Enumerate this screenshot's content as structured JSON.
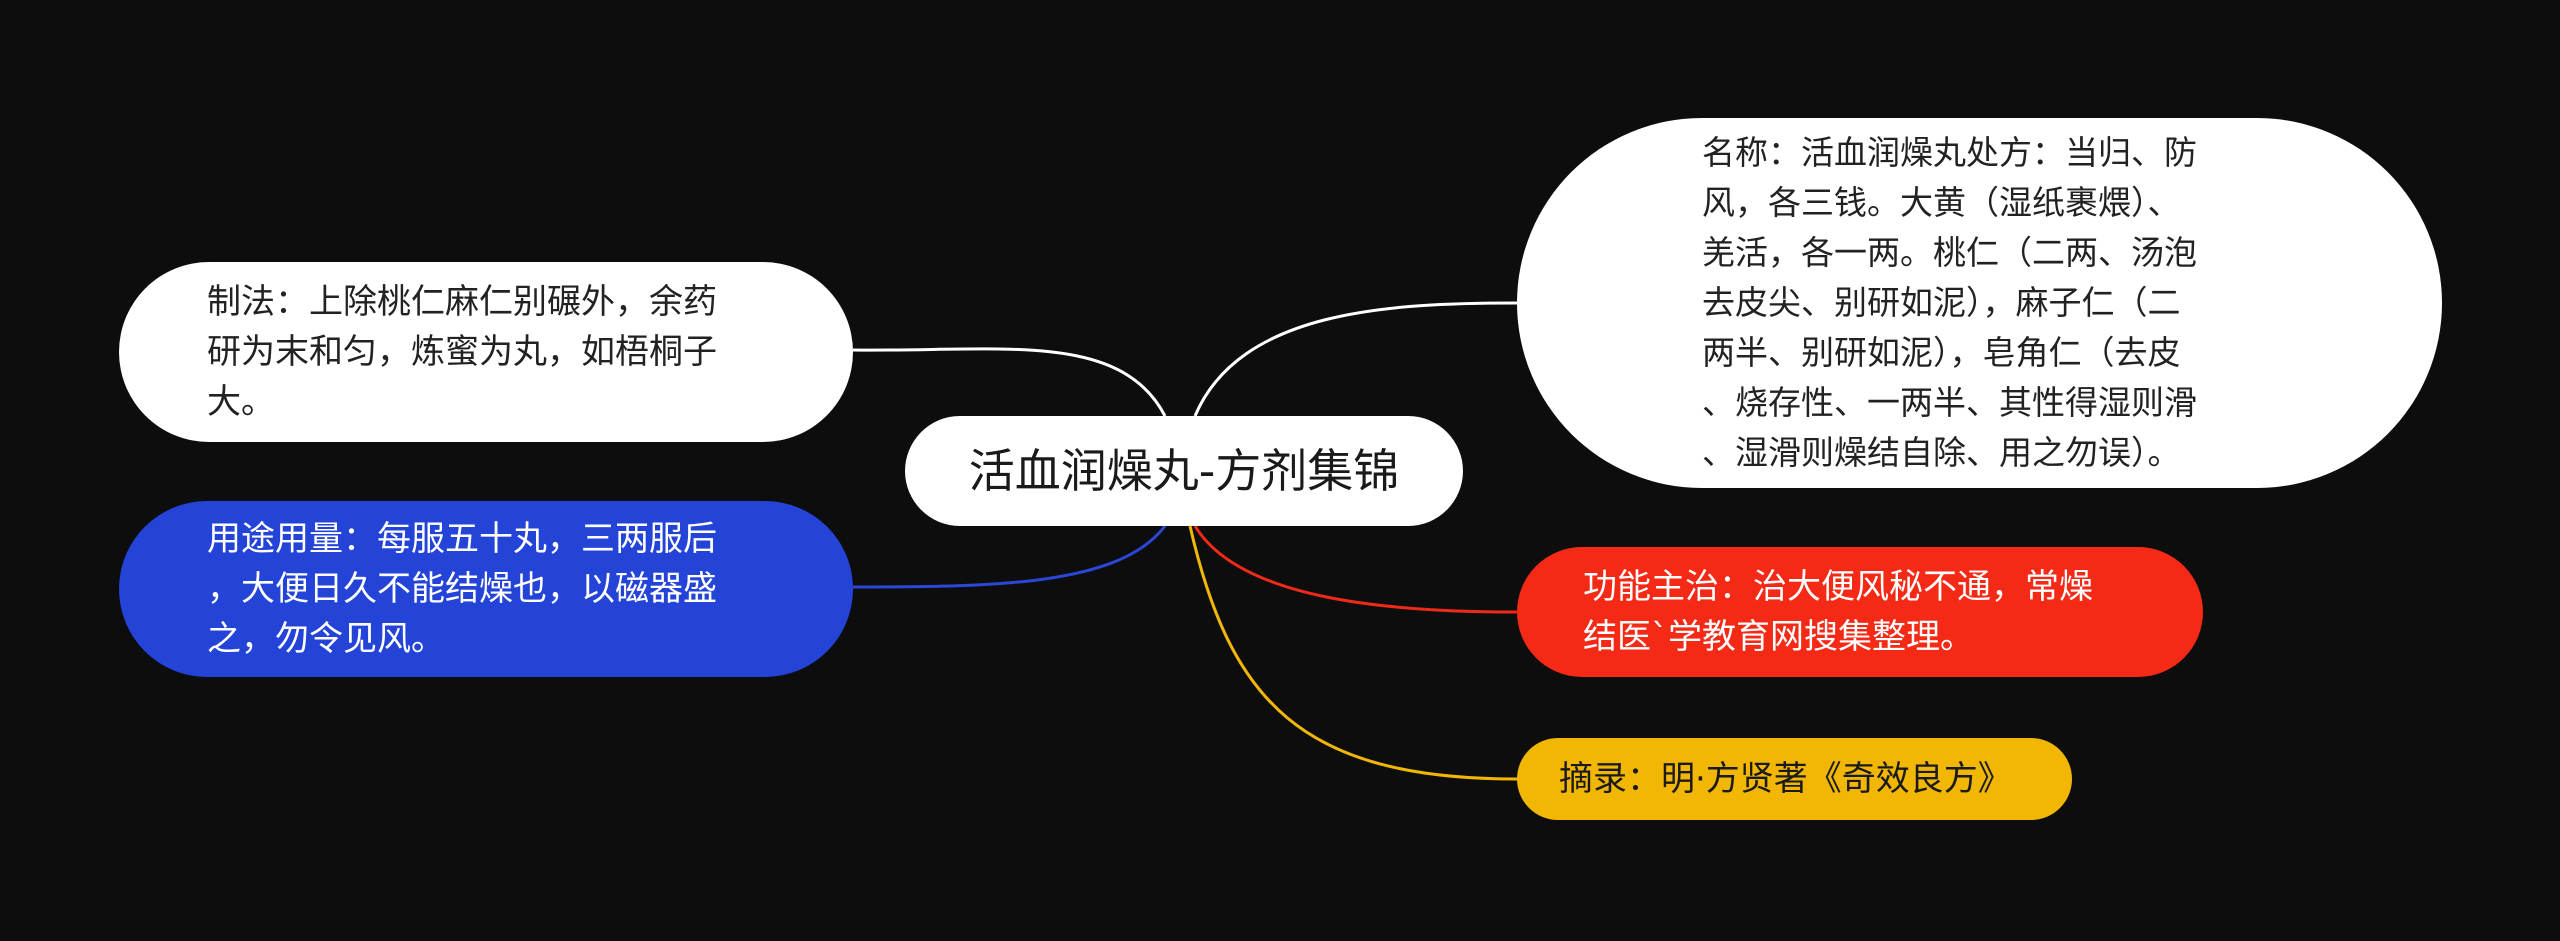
{
  "colors": {
    "background": "#0d0d0e",
    "center_fill": "#ffffff",
    "white_node": "#ffffff",
    "blue_node": "#2444d8",
    "red_node": "#f42a16",
    "yellow_node": "#f2b705",
    "white_line": "#ffffff",
    "blue_line": "#2c46d6",
    "red_line": "#f02a18",
    "yellow_line": "#f2b705"
  },
  "center": {
    "title": "活血润燥丸-方剂集锦"
  },
  "branches": {
    "zhifa": {
      "text": "制法：上除桃仁麻仁别碾外，余药\n研为末和匀，炼蜜为丸，如梧桐子\n大。"
    },
    "yongtu": {
      "text": "用途用量：每服五十丸，三两服后\n，大便日久不能结燥也，以磁器盛\n之，勿令见风。"
    },
    "mingcheng": {
      "text": "名称：活血润燥丸处方：当归、防\n风，各三钱。大黄（湿纸裹煨）、\n羌活，各一两。桃仁（二两、汤泡\n去皮尖、别研如泥），麻子仁（二\n两半、别研如泥），皂角仁（去皮\n、烧存性、一两半、其性得湿则滑\n、湿滑则燥结自除、用之勿误）。"
    },
    "gongneng": {
      "text": "功能主治：治大便风秘不通，常燥\n结医`学教育网搜集整理。"
    },
    "zhailu": {
      "text": "摘录：明·方贤著《奇效良方》"
    }
  }
}
